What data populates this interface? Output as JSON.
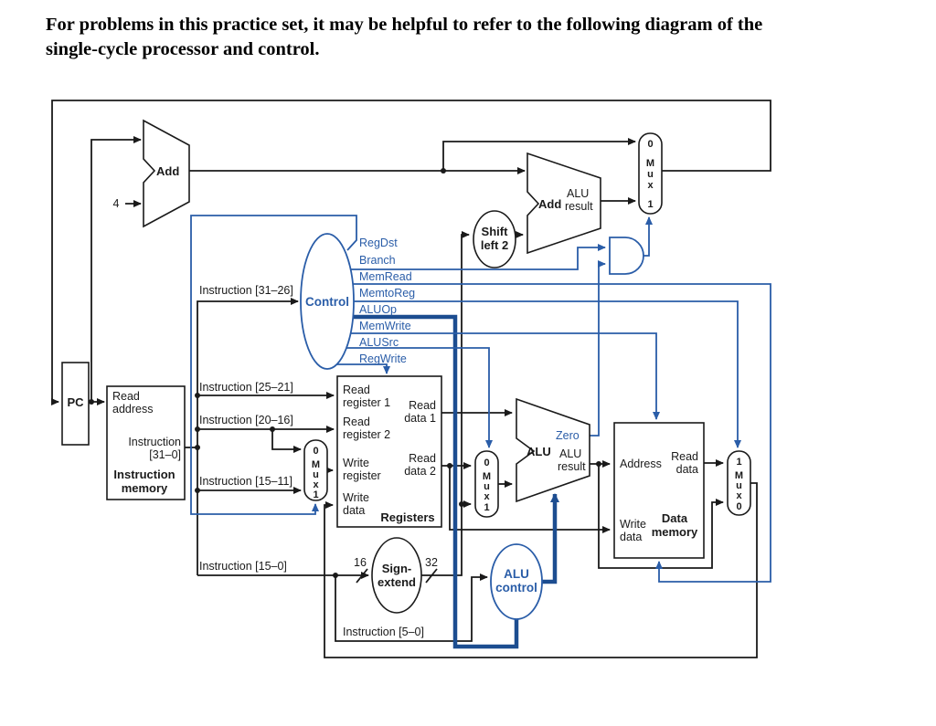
{
  "header": {
    "line1": "For problems in this practice set, it may be helpful to refer to the following diagram of the",
    "line2": "single-cycle processor and control."
  },
  "signals": {
    "regdst": "RegDst",
    "branch": "Branch",
    "memread": "MemRead",
    "memtoreg": "MemtoReg",
    "aluop": "ALUOp",
    "memwrite": "MemWrite",
    "alusrc": "ALUSrc",
    "regwrite": "RegWrite"
  },
  "instr": {
    "i3126": "Instruction [31–26]",
    "i2521": "Instruction [25–21]",
    "i2016": "Instruction [20–16]",
    "i1511": "Instruction [15–11]",
    "i150": "Instruction [15–0]",
    "i50": "Instruction [5–0]",
    "i310a": "Instruction",
    "i310b": "[31–0]"
  },
  "pc": "PC",
  "imem": {
    "reada": "Read",
    "readb": "address",
    "titlea": "Instruction",
    "titleb": "memory"
  },
  "regs": {
    "rr1a": "Read",
    "rr1b": "register 1",
    "rr2a": "Read",
    "rr2b": "register 2",
    "wra": "Write",
    "wrb": "register",
    "wda": "Write",
    "wdb": "data",
    "rd1a": "Read",
    "rd1b": "data 1",
    "rd2a": "Read",
    "rd2b": "data 2",
    "title": "Registers"
  },
  "dmem": {
    "addr": "Address",
    "rda": "Read",
    "rdb": "data",
    "wda": "Write",
    "wdb": "data",
    "titlea": "Data",
    "titleb": "memory"
  },
  "adders": {
    "add": "Add",
    "branch_add": "Add",
    "bresa": "ALU",
    "bresb": "result"
  },
  "alu": {
    "name": "ALU",
    "zero": "Zero",
    "resa": "ALU",
    "resb": "result"
  },
  "ovals": {
    "control": "Control",
    "shifta": "Shift",
    "shiftb": "left 2",
    "signa": "Sign-",
    "signb": "extend",
    "aluctla": "ALU",
    "aluctlb": "control"
  },
  "mux": {
    "m": "M",
    "u": "u",
    "x": "x",
    "n0": "0",
    "n1": "1"
  },
  "consts": {
    "four": "4",
    "w16": "16",
    "w32": "32"
  },
  "colors": {
    "wire": "#1a1a1a",
    "blue": "#2a5da8",
    "blue_thick": "#1c4d90"
  }
}
